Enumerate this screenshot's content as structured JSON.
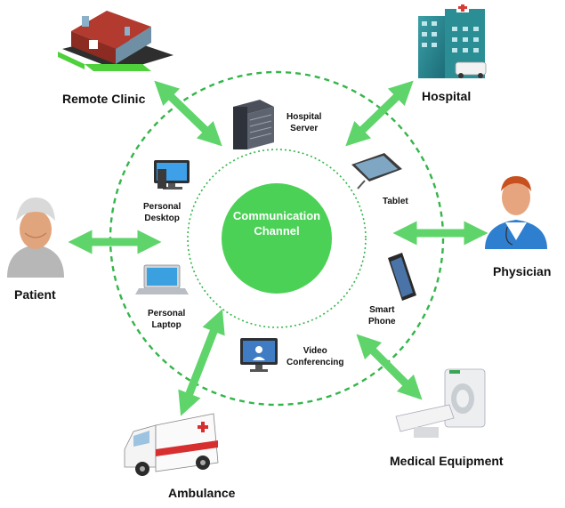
{
  "center": {
    "line1": "Communication",
    "line2": "Channel"
  },
  "outer_nodes": {
    "remote_clinic": "Remote Clinic",
    "hospital": "Hospital",
    "patient": "Patient",
    "physician": "Physician",
    "ambulance": "Ambulance",
    "medical_equipment": "Medical Equipment"
  },
  "devices": {
    "hospital_server": {
      "line1": "Hospital",
      "line2": "Server"
    },
    "tablet": "Tablet",
    "personal_desktop": {
      "line1": "Personal",
      "line2": "Desktop"
    },
    "personal_laptop": {
      "line1": "Personal",
      "line2": "Laptop"
    },
    "smart_phone": {
      "line1": "Smart",
      "line2": "Phone"
    },
    "video_conferencing": {
      "line1": "Video",
      "line2": "Conferencing"
    }
  },
  "colors": {
    "accent_green": "#4cd157",
    "arrow_green": "#5fd46a",
    "dash_green": "#34b54a"
  }
}
